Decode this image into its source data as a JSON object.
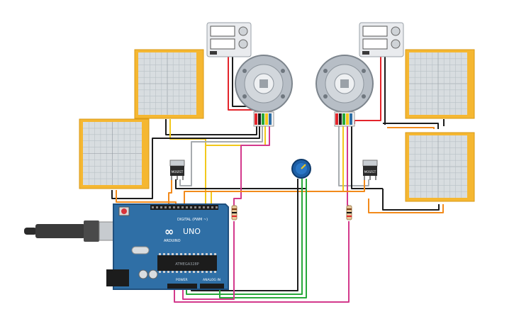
{
  "colors": {
    "background": "#ffffff",
    "scope_frame": "#f5b731",
    "scope_screen": "#d8dde0",
    "scope_grid": "#b9c1c6",
    "arduino_board": "#2f6fa6",
    "arduino_dark": "#1f4f7d",
    "psu_body": "#e9ebee",
    "motor_body": "#b7bec6",
    "wire_red": "#e3242b",
    "wire_black": "#1c1c1c",
    "wire_yellow": "#f2c81b",
    "wire_orange": "#f28a1b",
    "wire_green": "#27a83a",
    "wire_pink": "#d3398c",
    "wire_gray": "#a7abaf",
    "wire_white": "#e5e5e5",
    "pot_knob": "#1d5fa6"
  },
  "components": {
    "mosfet_left": {
      "label": "MOSFET"
    },
    "mosfet_right": {
      "label": "MOSFET"
    },
    "arduino": {
      "brand": "ARDUINO",
      "model": "UNO",
      "digital_label": "DIGITAL (PWM ~)",
      "power_label": "POWER",
      "analog_label": "ANALOG IN",
      "chip_label": "ATMEGA328P"
    }
  }
}
